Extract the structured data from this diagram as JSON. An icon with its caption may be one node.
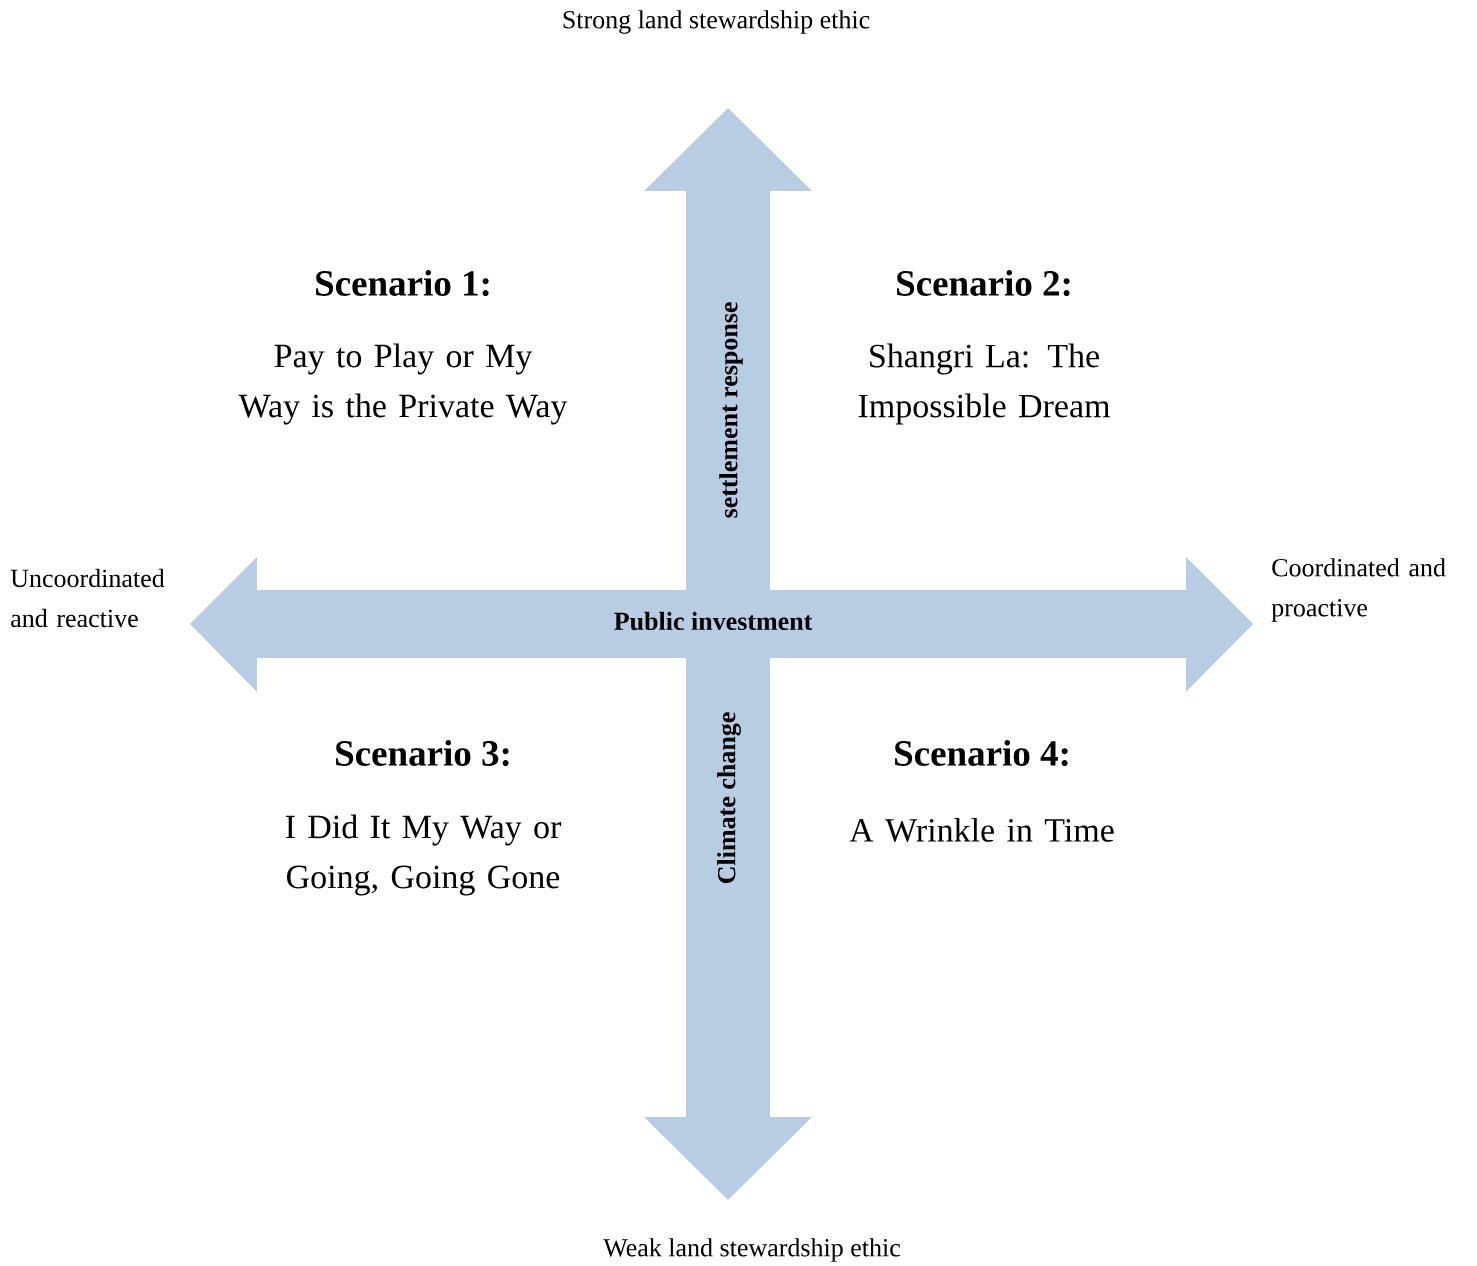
{
  "diagram": {
    "labels": [
      "Strong land stewardship ethic",
      "Scenario 1:",
      "Pay to Play or My Way is the Private Way",
      "settlement response",
      "Scenario 2:",
      "Shangri La: The Impossible Dream",
      "Uncoordinated and reactive",
      "Public investment",
      "Coordinated and proactive",
      "Scenario 3:",
      "I Did It My Way or Going, Going Gone",
      "Climate change",
      "Scenario 4:",
      "A Wrinkle in Time",
      "Weak land stewardship ethic"
    ]
  }
}
